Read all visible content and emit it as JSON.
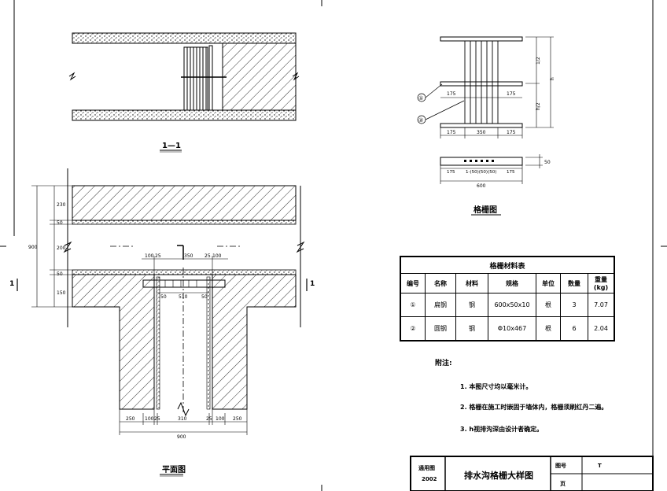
{
  "section_view": {
    "title": "1—1"
  },
  "plan_view": {
    "title": "平面图",
    "section_mark": "1",
    "dims_left": [
      "230",
      "50",
      "200",
      "50",
      "150"
    ],
    "dim_left_total": "900",
    "dim_top_1": "100",
    "dim_top_2": "25",
    "dim_top_3": "350",
    "dim_top_4": "25",
    "dim_top_5": "100",
    "dim_inner": "510",
    "dim_side_l": "50",
    "dim_side_r": "50",
    "dims_bottom": [
      "250",
      "100",
      "25",
      "310",
      "25",
      "100",
      "250"
    ],
    "dim_bottom_total": "900"
  },
  "grate_view": {
    "title": "格栅图",
    "dims_right": [
      "1/2",
      "h",
      "h/2"
    ],
    "dims_mid": [
      "175",
      "175"
    ],
    "dims_bottom": [
      "175",
      "350",
      "175"
    ],
    "dims_strip": [
      "175",
      "1‐(50)(50)(50)",
      "175"
    ],
    "dim_strip_total": "600",
    "dim_thickness": "50",
    "callouts": [
      "①",
      "②"
    ]
  },
  "material_table": {
    "title": "格栅材料表",
    "headers": [
      "编号",
      "名称",
      "材料",
      "规格",
      "单位",
      "数量",
      "重量(kg)"
    ],
    "rows": [
      [
        "①",
        "扁钢",
        "钢",
        "600x50x10",
        "根",
        "3",
        "7.07"
      ],
      [
        "②",
        "圆钢",
        "钢",
        "Φ10x467",
        "根",
        "6",
        "2.04"
      ]
    ]
  },
  "notes": {
    "title": "附注:",
    "items": [
      "1. 本图尺寸均以毫米计。",
      "2. 格栅在施工时嵌固于墙体内，格栅须刷红丹二遍。",
      "3. h视排沟深由设计者确定。"
    ]
  },
  "title_block": {
    "general_label": "通用图",
    "general_code": "2002",
    "drawing_title": "排水沟格栅大样图",
    "drawing_no_label": "图号",
    "drawing_no_value": "T",
    "page_label": "页"
  },
  "border": {
    "edge_ticks": [
      "top",
      "bottom",
      "left",
      "right"
    ]
  }
}
